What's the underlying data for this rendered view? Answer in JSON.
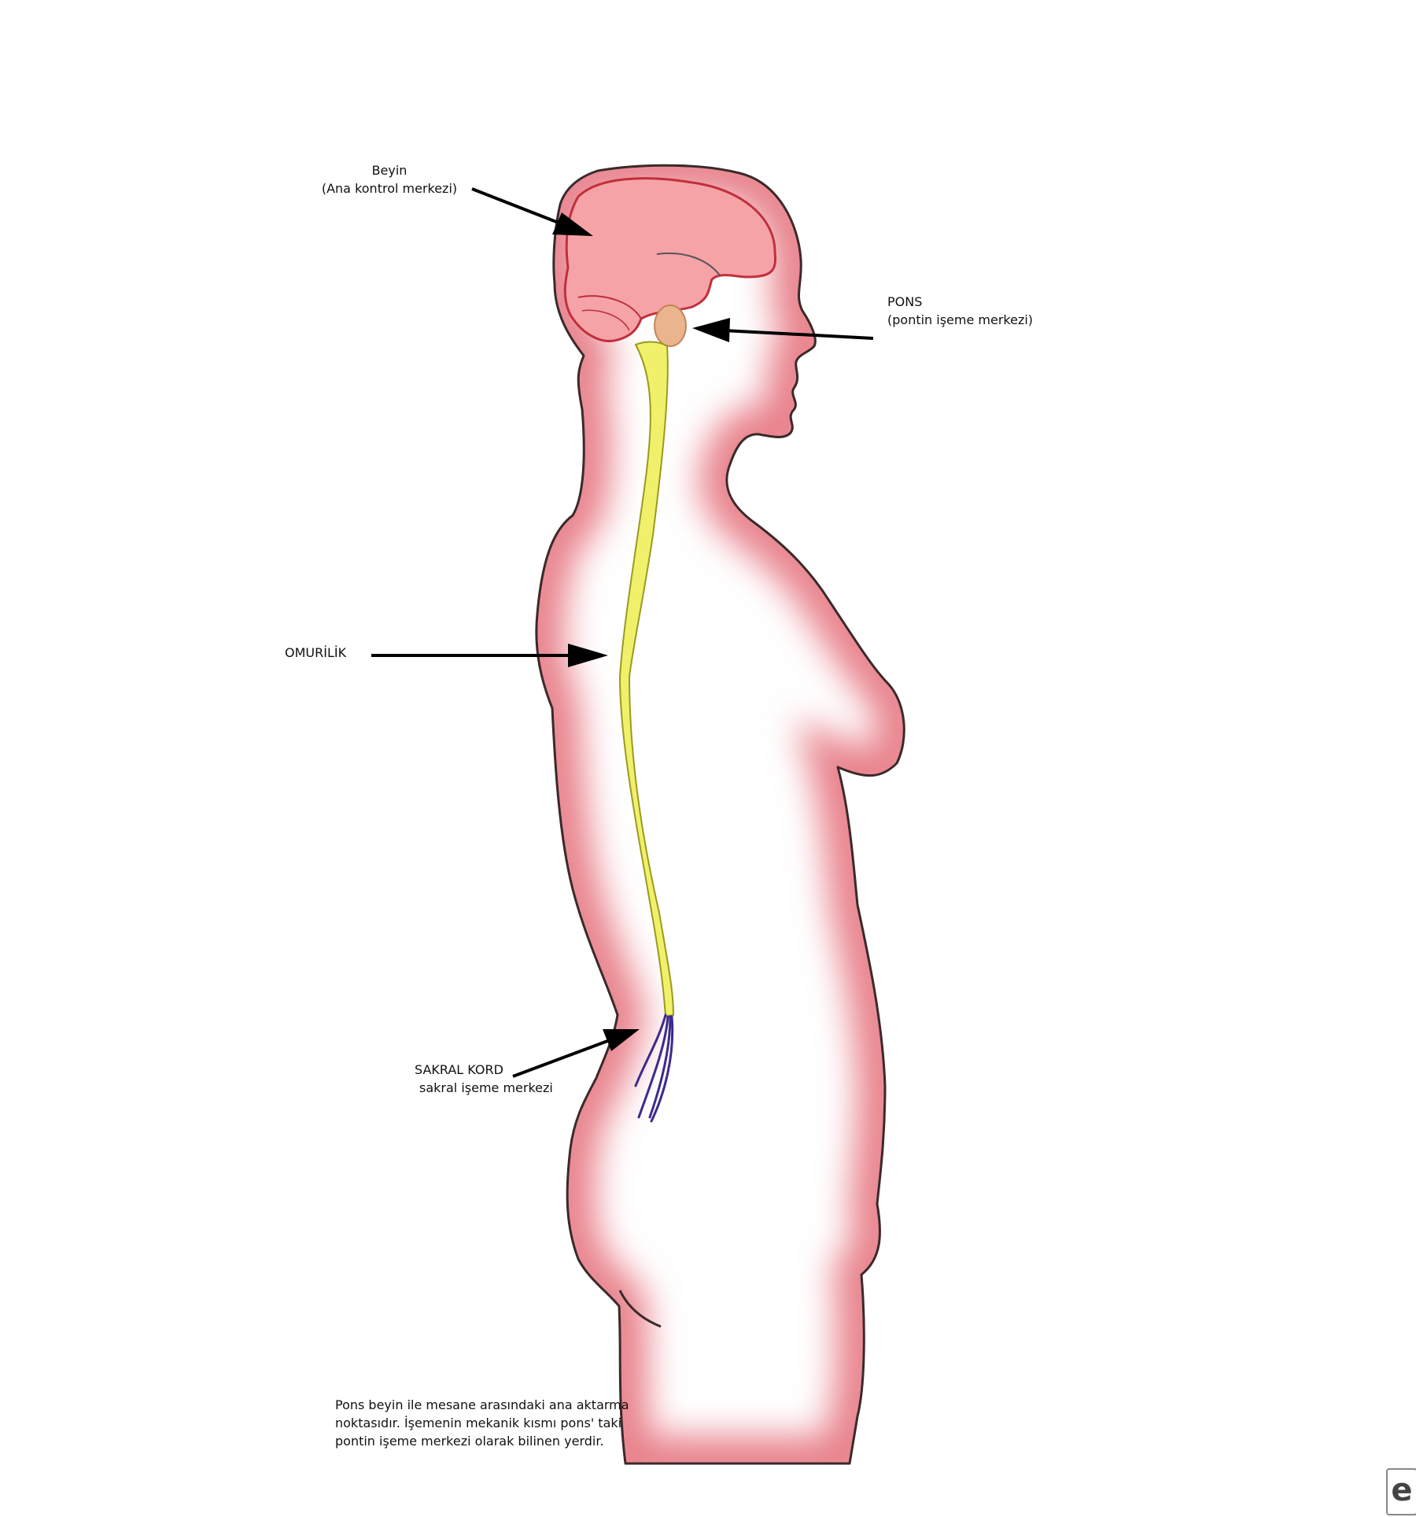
{
  "labels": {
    "brain_title": "Beyin",
    "brain_sub": "(Ana kontrol merkezi)",
    "pons_title": "PONS",
    "pons_sub": "(pontin işeme merkezi)",
    "spinal_cord": "OMURİLİK",
    "sacral_title": "SAKRAL KORD",
    "sacral_sub": "sakral işeme merkezi"
  },
  "note": {
    "line1": "Pons beyin ile mesane arasındaki ana aktarma",
    "line2": "noktasıdır. İşemenin mekanik kısmı pons' taki",
    "line3": "pontin işeme merkezi olarak bilinen yerdir."
  },
  "logo_text": "e",
  "colors": {
    "body_outline": "#3a2a2a",
    "body_glow": "#e8808a",
    "brain": "#f6a3a8",
    "pons": "#e9b48e",
    "spinal_cord": "#f1f06a",
    "sacral_nerves": "#3d2a8c",
    "arrow": "#000000"
  }
}
